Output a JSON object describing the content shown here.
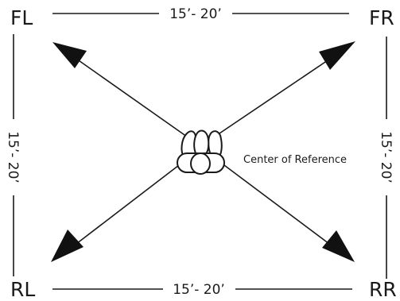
{
  "corners": {
    "front_left": "FL",
    "front_right": "FR",
    "rear_left": "RL",
    "rear_right": "RR"
  },
  "dimensions": {
    "top": "15’- 20’",
    "bottom": "15’- 20’",
    "left": "15’- 20’",
    "right": "15’- 20’"
  },
  "center_label": "Center of Reference",
  "icons": {
    "listener": "listener-group-icon",
    "arrows": [
      "arrow-to-front-left-icon",
      "arrow-to-front-right-icon",
      "arrow-to-rear-left-icon",
      "arrow-to-rear-right-icon"
    ]
  }
}
